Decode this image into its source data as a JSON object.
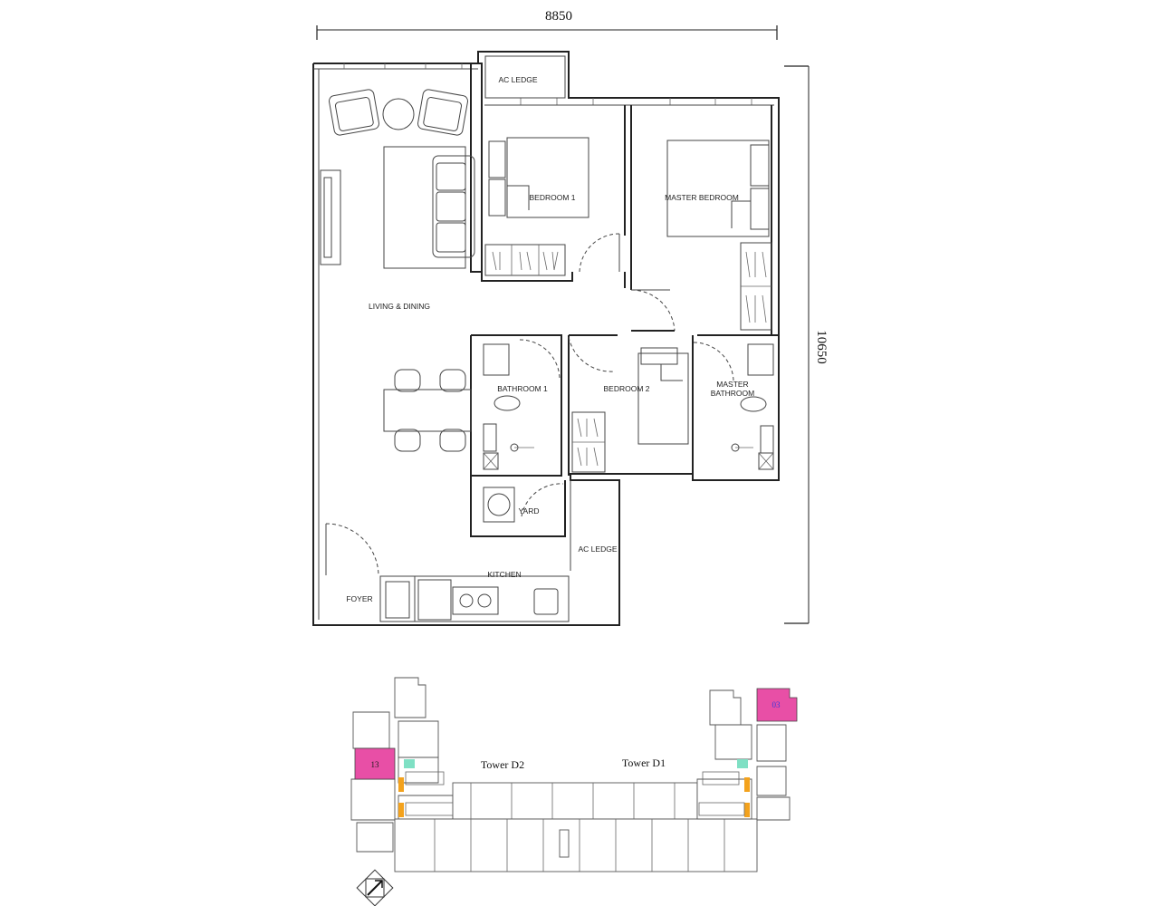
{
  "dimensions": {
    "width": "8850",
    "depth": "10650"
  },
  "rooms": {
    "ac_ledge_top": "AC LEDGE",
    "bedroom1": "BEDROOM 1",
    "master_bedroom": "MASTER BEDROOM",
    "living_dining": "LIVING & DINING",
    "bathroom1": "BATHROOM 1",
    "bedroom2": "BEDROOM 2",
    "master_bathroom_line1": "MASTER",
    "master_bathroom_line2": "BATHROOM",
    "yard": "YARD",
    "ac_ledge_side": "AC LEDGE",
    "kitchen": "KITCHEN",
    "foyer": "FOYER"
  },
  "key_plan": {
    "towers": [
      {
        "label": "Tower D2"
      },
      {
        "label": "Tower D1"
      }
    ],
    "units": [
      {
        "label": "13",
        "fill": "#e84fa6",
        "label_color": "#1a1a1a"
      },
      {
        "label": "03",
        "fill": "#e84fa6",
        "label_color": "#3a3adb"
      }
    ],
    "highlight_colors": {
      "core": "#7fe0c4",
      "stair": "#f3a21d"
    }
  }
}
